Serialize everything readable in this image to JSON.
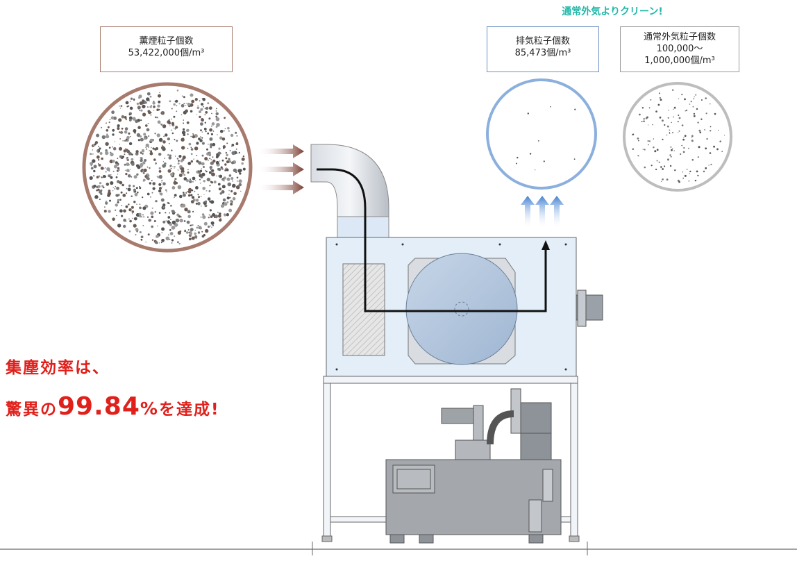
{
  "headline": "通常外気よりクリーン!",
  "smoke": {
    "title": "薫煙粒子個数",
    "value": "53,422,000個/m³"
  },
  "exhaust": {
    "title": "排気粒子個数",
    "value": "85,473個/m³"
  },
  "outside": {
    "title": "通常外気粒子個数",
    "value_line1": "100,000〜",
    "value_line2": "1,000,000個/m³"
  },
  "efficiency": {
    "line1": "集塵効率は、",
    "line2_prefix": "驚異の",
    "line2_number": "99.84",
    "line2_percent": "%",
    "line2_suffix": "を達成!"
  },
  "colors": {
    "accent_red": "#e0201b",
    "headline_teal": "#1fb7a8",
    "smoke_ring": "#a77a6d",
    "exhaust_ring": "#8bb0dd",
    "outside_ring": "#bdbdbd"
  }
}
